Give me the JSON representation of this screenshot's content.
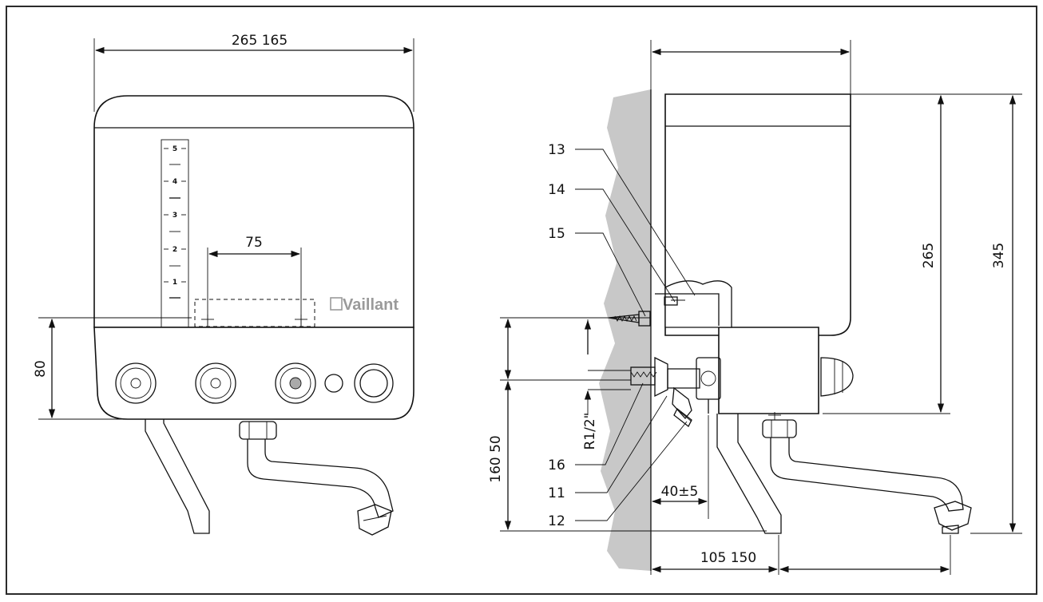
{
  "front_view": {
    "width_dim": "265 165",
    "hole_spacing_dim": "75",
    "height_dim": "80",
    "brand": "Vaillant",
    "scale_marks": [
      "5",
      "4",
      "3",
      "2",
      "1"
    ]
  },
  "side_view": {
    "height_dim_inner": "265",
    "height_dim_outer": "345",
    "wall_height_dim": "160 50",
    "thread_label": "R1/2\"",
    "offset_dim": "40±5",
    "bottom_dim": "105 150",
    "callouts": [
      "13",
      "14",
      "15",
      "16",
      "11",
      "12"
    ]
  },
  "colors": {
    "wall": "#c8c8c8",
    "line": "#111111",
    "brand": "#9a9a9a"
  }
}
